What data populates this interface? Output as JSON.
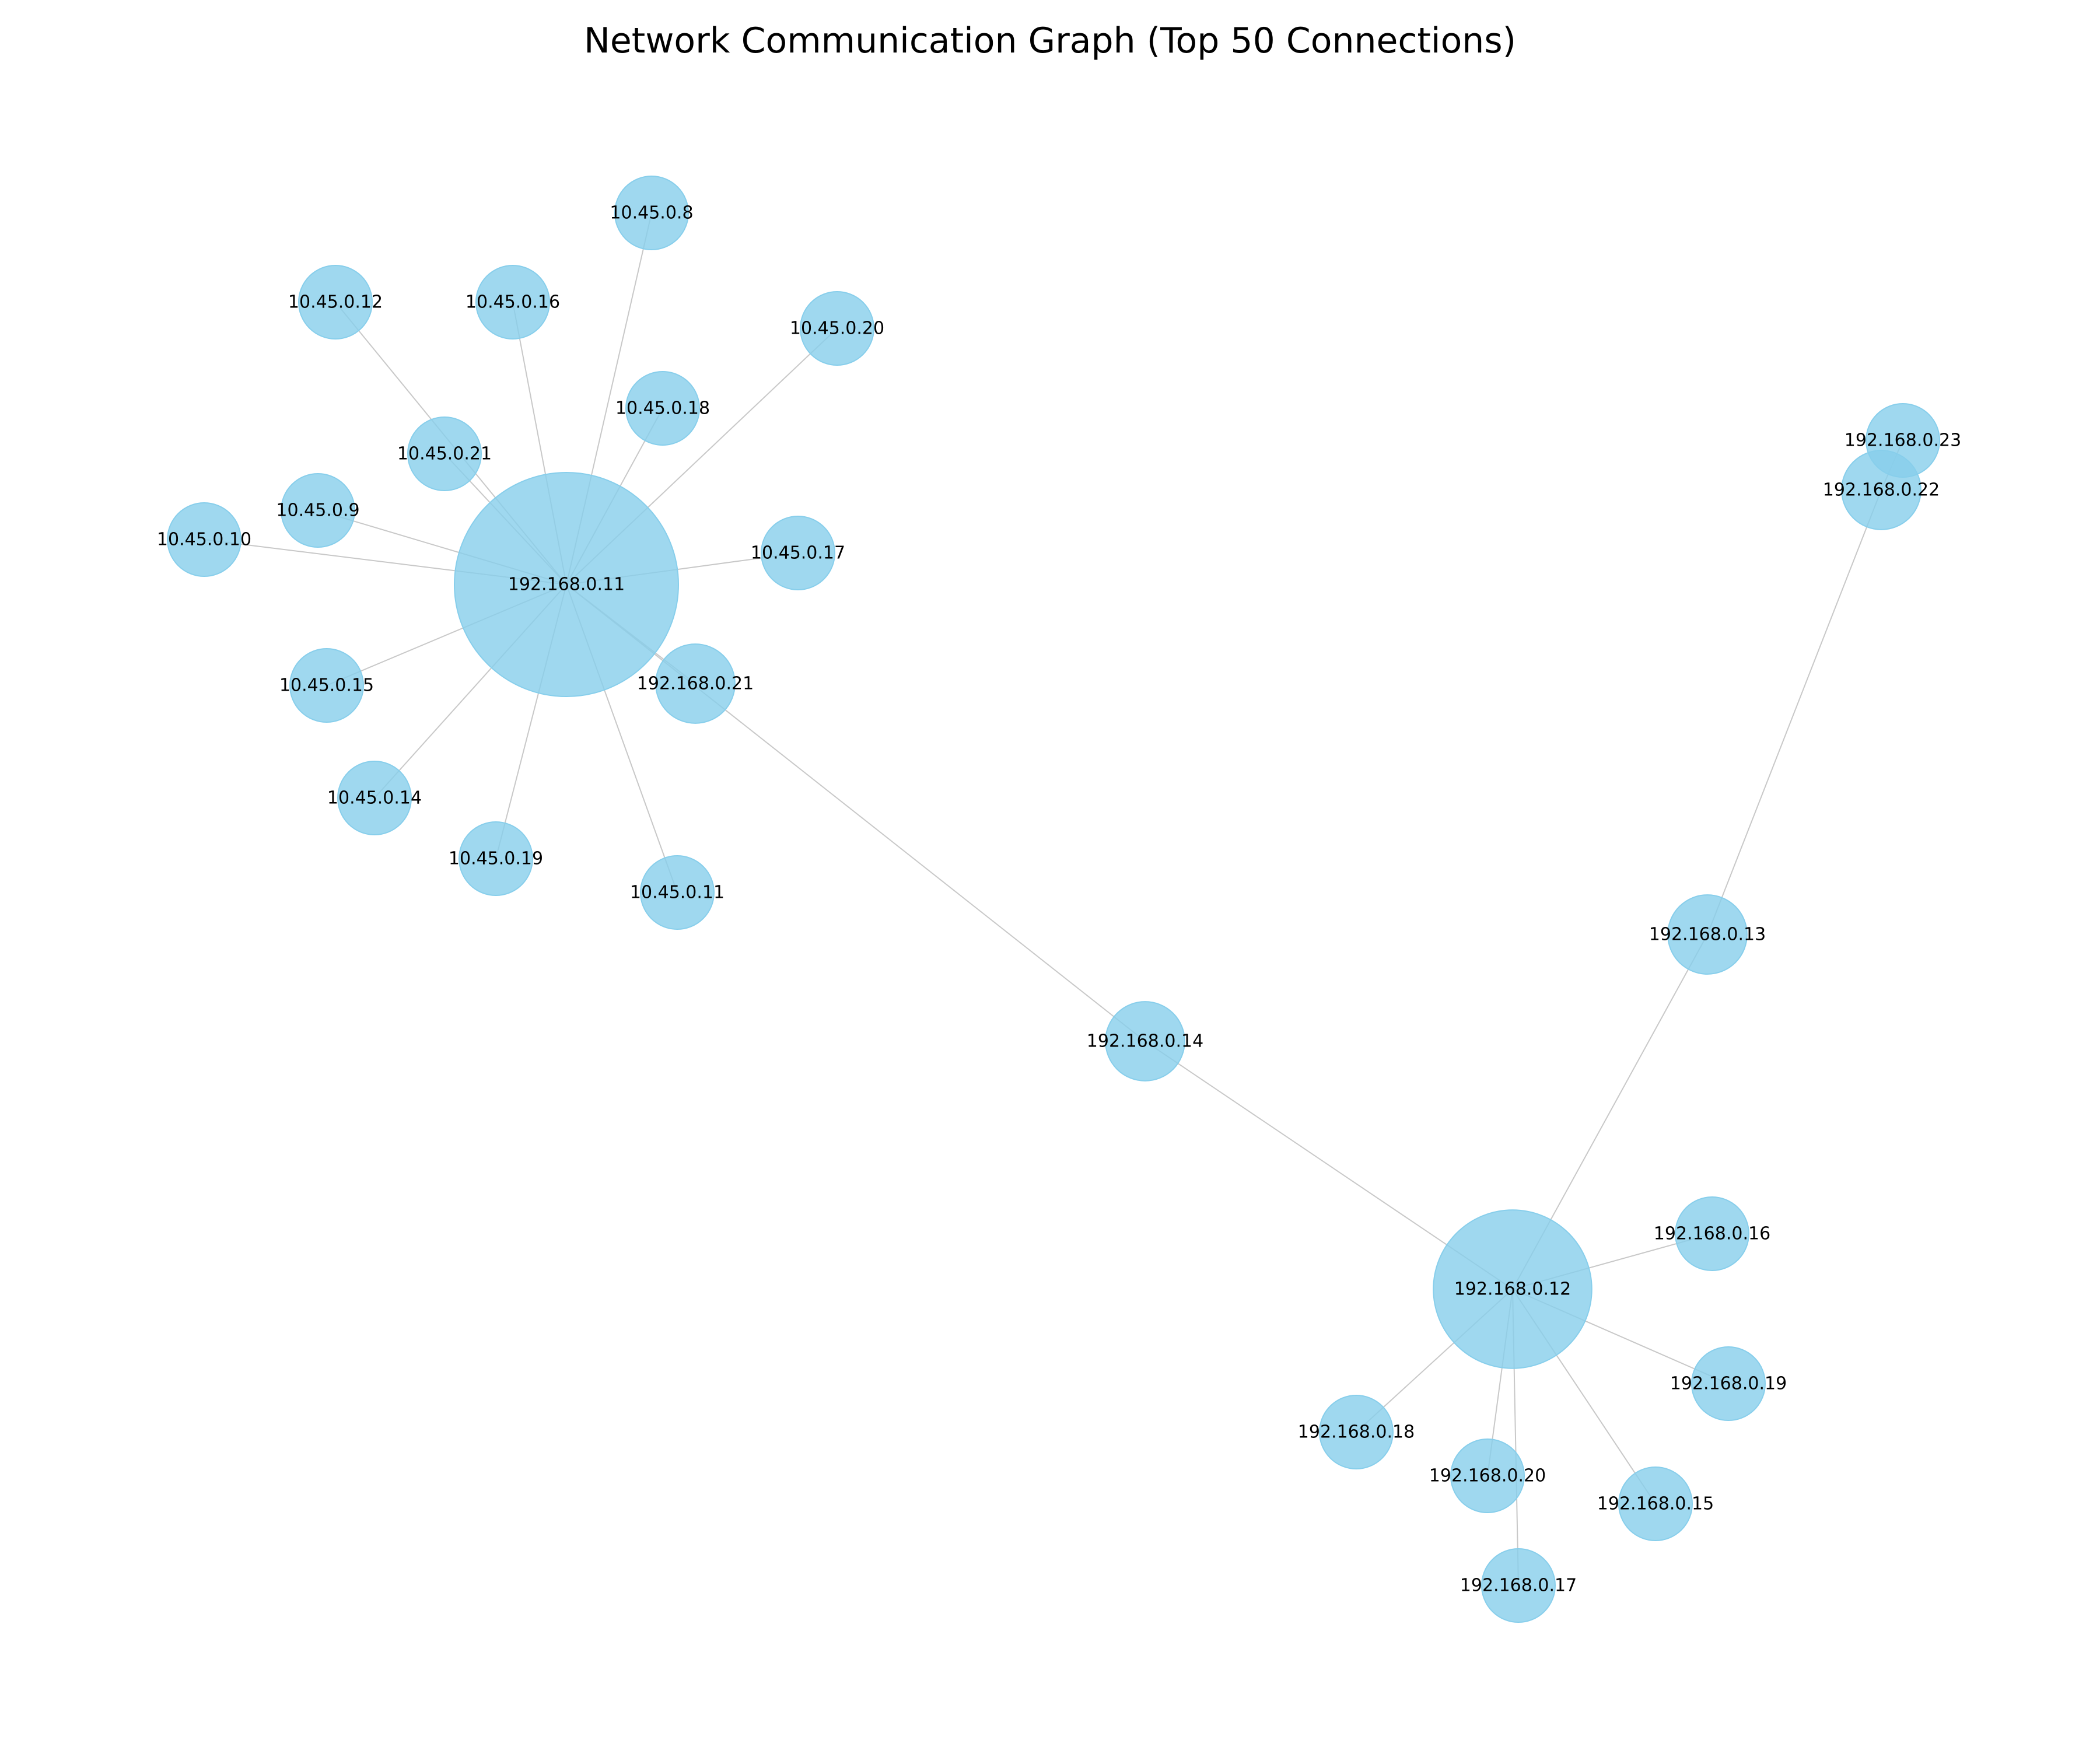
{
  "title": "Network Communication Graph (Top 50 Connections)",
  "colors": {
    "node": "#87ceeb",
    "edge": "#c8c8c8",
    "label": "#000000"
  },
  "nodes": [
    {
      "id": "192.168.0.11",
      "degree": 16
    },
    {
      "id": "192.168.0.12",
      "degree": 8
    },
    {
      "id": "192.168.0.21",
      "degree": 2
    },
    {
      "id": "192.168.0.14",
      "degree": 2
    },
    {
      "id": "192.168.0.13",
      "degree": 2
    },
    {
      "id": "192.168.0.22",
      "degree": 2
    },
    {
      "id": "192.168.0.23",
      "degree": 1
    },
    {
      "id": "10.45.0.8",
      "degree": 1
    },
    {
      "id": "10.45.0.12",
      "degree": 1
    },
    {
      "id": "10.45.0.16",
      "degree": 1
    },
    {
      "id": "10.45.0.20",
      "degree": 1
    },
    {
      "id": "10.45.0.18",
      "degree": 1
    },
    {
      "id": "10.45.0.21",
      "degree": 1
    },
    {
      "id": "10.45.0.9",
      "degree": 1
    },
    {
      "id": "10.45.0.10",
      "degree": 1
    },
    {
      "id": "10.45.0.17",
      "degree": 1
    },
    {
      "id": "10.45.0.15",
      "degree": 1
    },
    {
      "id": "10.45.0.14",
      "degree": 1
    },
    {
      "id": "10.45.0.19",
      "degree": 1
    },
    {
      "id": "10.45.0.11",
      "degree": 1
    },
    {
      "id": "192.168.0.16",
      "degree": 1
    },
    {
      "id": "192.168.0.19",
      "degree": 1
    },
    {
      "id": "192.168.0.18",
      "degree": 1
    },
    {
      "id": "192.168.0.20",
      "degree": 1
    },
    {
      "id": "192.168.0.15",
      "degree": 1
    },
    {
      "id": "192.168.0.17",
      "degree": 1
    }
  ],
  "edges": [
    [
      "192.168.0.11",
      "10.45.0.8"
    ],
    [
      "192.168.0.11",
      "10.45.0.12"
    ],
    [
      "192.168.0.11",
      "10.45.0.16"
    ],
    [
      "192.168.0.11",
      "10.45.0.20"
    ],
    [
      "192.168.0.11",
      "10.45.0.18"
    ],
    [
      "192.168.0.11",
      "10.45.0.21"
    ],
    [
      "192.168.0.11",
      "10.45.0.9"
    ],
    [
      "192.168.0.11",
      "10.45.0.10"
    ],
    [
      "192.168.0.11",
      "10.45.0.17"
    ],
    [
      "192.168.0.11",
      "10.45.0.15"
    ],
    [
      "192.168.0.11",
      "10.45.0.14"
    ],
    [
      "192.168.0.11",
      "10.45.0.19"
    ],
    [
      "192.168.0.11",
      "10.45.0.11"
    ],
    [
      "192.168.0.11",
      "192.168.0.21"
    ],
    [
      "192.168.0.11",
      "192.168.0.14"
    ],
    [
      "192.168.0.14",
      "192.168.0.12"
    ],
    [
      "192.168.0.12",
      "192.168.0.13"
    ],
    [
      "192.168.0.13",
      "192.168.0.22"
    ],
    [
      "192.168.0.22",
      "192.168.0.23"
    ],
    [
      "192.168.0.12",
      "192.168.0.16"
    ],
    [
      "192.168.0.12",
      "192.168.0.19"
    ],
    [
      "192.168.0.12",
      "192.168.0.18"
    ],
    [
      "192.168.0.12",
      "192.168.0.20"
    ],
    [
      "192.168.0.12",
      "192.168.0.15"
    ],
    [
      "192.168.0.12",
      "192.168.0.17"
    ]
  ]
}
